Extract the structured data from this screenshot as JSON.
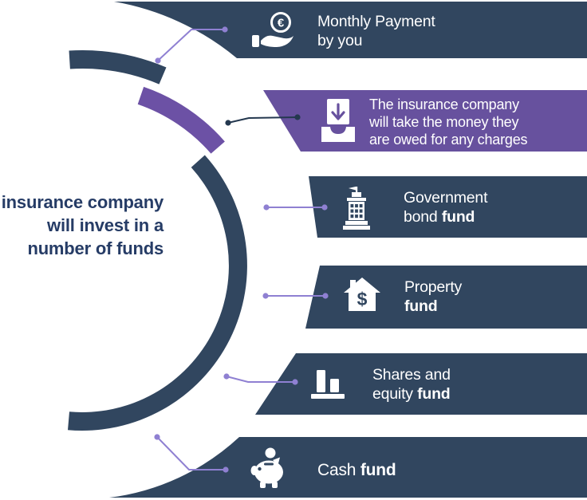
{
  "title": "Insurance company fund investment infographic",
  "headline": {
    "line1": "insurance company",
    "line2": "will invest in a",
    "line3": "number of funds"
  },
  "bars": [
    {
      "name": "monthly-payment",
      "icon": "hand-euro-icon",
      "lines": {
        "line1": "Monthly Payment",
        "line2": "by you"
      }
    },
    {
      "name": "charges",
      "icon": "inbox-tray-icon",
      "lines": {
        "line1": "The insurance company",
        "line2": "will take the money they",
        "line3": "are owed for any charges"
      }
    },
    {
      "name": "government-bond-fund",
      "icon": "government-building-icon",
      "lines": {
        "line1": "Government",
        "line2_regular": "bond ",
        "line2_bold": "fund"
      }
    },
    {
      "name": "property-fund",
      "icon": "house-dollar-icon",
      "lines": {
        "line1": "Property",
        "line2_bold": "fund"
      }
    },
    {
      "name": "shares-equity-fund",
      "icon": "bar-chart-icon",
      "lines": {
        "line1": "Shares and",
        "line2_regular": "equity ",
        "line2_bold": "fund"
      }
    },
    {
      "name": "cash-fund",
      "icon": "piggy-bank-icon",
      "lines": {
        "line1_regular": "Cash ",
        "line1_bold": "fund"
      }
    }
  ],
  "icon_glyphs": {
    "euro": "€",
    "dollar": "$"
  },
  "colors": {
    "navy": "#31465F",
    "purple_bar": "#67519E",
    "purple_arc": "#6C51A5",
    "connector_purple": "#8F80D2",
    "connector_navy": "#24384F",
    "headline_text": "#263C66",
    "white": "#FFFFFF"
  }
}
